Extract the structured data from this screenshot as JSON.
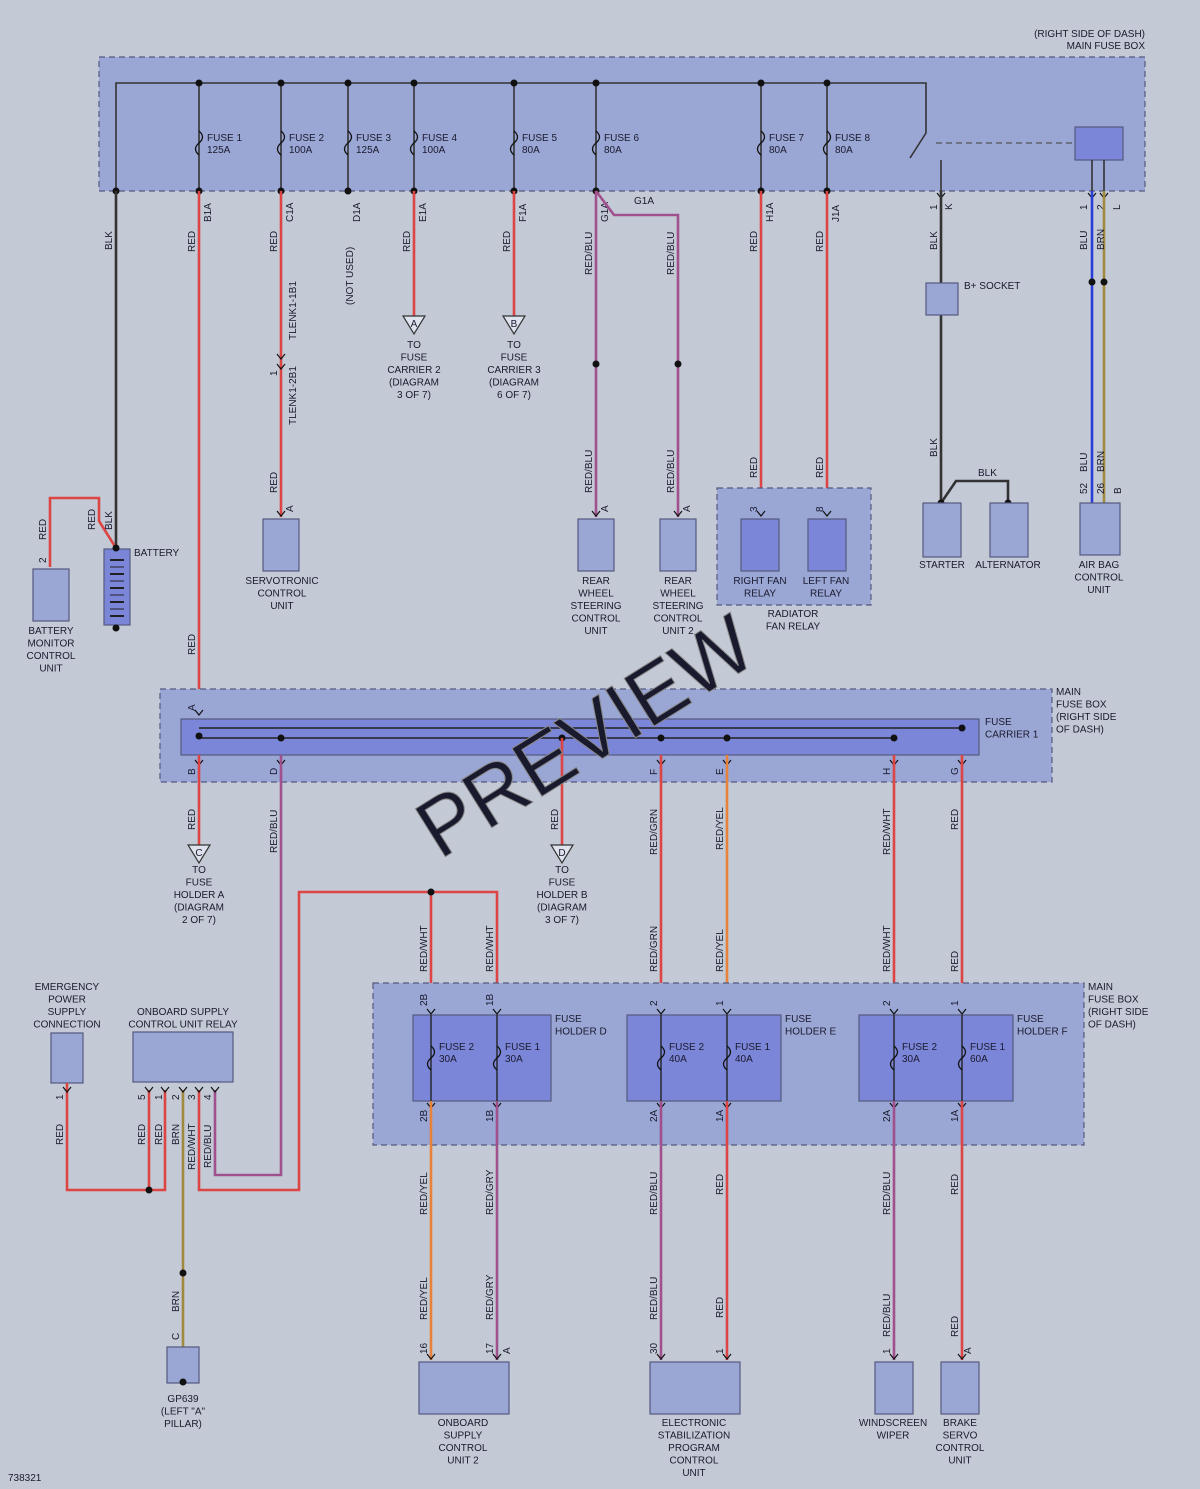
{
  "colors": {
    "bg": "#c3cad6",
    "box": "#9aa6d4",
    "box_dark": "#7b86d8",
    "red": "#dd4444",
    "orange": "#e8823a",
    "purple": "#a0508c",
    "black": "#333333",
    "blue": "#2a3fd9",
    "brown": "#a08a40"
  },
  "header": {
    "line1": "(RIGHT SIDE OF DASH)",
    "line2": "MAIN FUSE BOX"
  },
  "main_fuses": [
    {
      "name": "FUSE 1",
      "amp": "125A",
      "pin": "B1A",
      "wire": "RED"
    },
    {
      "name": "FUSE 2",
      "amp": "100A",
      "pin": "C1A",
      "wire": "RED"
    },
    {
      "name": "FUSE 3",
      "amp": "125A",
      "pin": "D1A",
      "wire": "(NOT USED)"
    },
    {
      "name": "FUSE 4",
      "amp": "100A",
      "pin": "E1A",
      "wire": "RED"
    },
    {
      "name": "FUSE 5",
      "amp": "80A",
      "pin": "F1A",
      "wire": "RED"
    },
    {
      "name": "FUSE 6",
      "amp": "80A",
      "pin": "G1A",
      "wire": "RED/BLU"
    },
    {
      "name": "FUSE 7",
      "amp": "80A",
      "pin": "H1A",
      "wire": "RED"
    },
    {
      "name": "FUSE 8",
      "amp": "80A",
      "pin": "J1A",
      "wire": "RED"
    }
  ],
  "wires": {
    "blk": "BLK",
    "red": "RED",
    "red_blu": "RED/BLU",
    "blu": "BLU",
    "brn": "BRN",
    "red_grn": "RED/GRN",
    "red_yel": "RED/YEL",
    "red_wht": "RED/WHT",
    "red_gry": "RED/GRY"
  },
  "pins": {
    "k": "K",
    "l": "L",
    "one": "1",
    "two": "2",
    "three": "3",
    "eight": "8",
    "a": "A",
    "b": "B",
    "c": "C",
    "d": "D",
    "e": "E",
    "f": "F",
    "g": "G",
    "h": "H",
    "four": "4",
    "five": "5",
    "sixteen": "16",
    "seventeen": "17",
    "thirty": "30",
    "fiftytwo": "52",
    "twentysix": "26",
    "p2b": "2B",
    "p1b": "1B",
    "p2a": "2A",
    "p1a": "1A"
  },
  "connectors": {
    "tlenk_a": "TLENK1-1B1",
    "tlenk_b": "TLENK1-2B1"
  },
  "refs": {
    "a": {
      "letter": "A",
      "lines": [
        "TO",
        "FUSE",
        "CARRIER 2",
        "(DIAGRAM",
        "3 OF 7)"
      ]
    },
    "b": {
      "letter": "B",
      "lines": [
        "TO",
        "FUSE",
        "CARRIER 3",
        "(DIAGRAM",
        "6 OF 7)"
      ]
    },
    "c": {
      "letter": "C",
      "lines": [
        "TO",
        "FUSE",
        "HOLDER A",
        "(DIAGRAM",
        "2 OF 7)"
      ]
    },
    "d": {
      "letter": "D",
      "lines": [
        "TO",
        "FUSE",
        "HOLDER B",
        "(DIAGRAM",
        "3 OF 7)"
      ]
    }
  },
  "components": {
    "battery": "BATTERY",
    "battery_monitor": [
      "BATTERY",
      "MONITOR",
      "CONTROL",
      "UNIT"
    ],
    "servotronic": [
      "SERVOTRONIC",
      "CONTROL",
      "UNIT"
    ],
    "rws1": [
      "REAR",
      "WHEEL",
      "STEERING",
      "CONTROL",
      "UNIT"
    ],
    "rws2": [
      "REAR",
      "WHEEL",
      "STEERING",
      "CONTROL",
      "UNIT 2"
    ],
    "right_fan": [
      "RIGHT FAN",
      "RELAY"
    ],
    "left_fan": [
      "LEFT FAN",
      "RELAY"
    ],
    "radiator": [
      "RADIATOR",
      "FAN RELAY"
    ],
    "b_socket": "B+ SOCKET",
    "starter": "STARTER",
    "alternator": "ALTERNATOR",
    "airbag": [
      "AIR BAG",
      "CONTROL",
      "UNIT"
    ],
    "emergency": [
      "EMERGENCY",
      "POWER",
      "SUPPLY",
      "CONNECTION"
    ],
    "onboard_relay": [
      "ONBOARD SUPPLY",
      "CONTROL UNIT RELAY"
    ],
    "gp639": [
      "GP639",
      "(LEFT \"A\"",
      "PILLAR)"
    ],
    "onboard2": [
      "ONBOARD",
      "SUPPLY",
      "CONTROL",
      "UNIT 2"
    ],
    "esp": [
      "ELECTRONIC",
      "STABILIZATION",
      "PROGRAM",
      "CONTROL",
      "UNIT"
    ],
    "wiper": [
      "WINDSCREEN",
      "WIPER"
    ],
    "brake": [
      "BRAKE",
      "SERVO",
      "CONTROL",
      "UNIT"
    ]
  },
  "fuse_carrier": {
    "label": [
      "FUSE",
      "CARRIER 1"
    ],
    "box": [
      "MAIN",
      "FUSE BOX",
      "(RIGHT SIDE",
      "OF DASH)"
    ]
  },
  "fuse_holders": {
    "d": {
      "label": [
        "FUSE",
        "HOLDER D"
      ],
      "f2": [
        "FUSE 2",
        "30A"
      ],
      "f1": [
        "FUSE 1",
        "30A"
      ]
    },
    "e": {
      "label": [
        "FUSE",
        "HOLDER E"
      ],
      "f2": [
        "FUSE 2",
        "40A"
      ],
      "f1": [
        "FUSE 1",
        "40A"
      ]
    },
    "f": {
      "label": [
        "FUSE",
        "HOLDER F"
      ],
      "f2": [
        "FUSE 2",
        "30A"
      ],
      "f1": [
        "FUSE 1",
        "60A"
      ]
    },
    "box": [
      "MAIN",
      "FUSE BOX",
      "(RIGHT SIDE",
      "OF DASH)"
    ]
  },
  "not_used": "(NOT USED)",
  "watermark": "PREVIEW",
  "footer_id": "738321"
}
